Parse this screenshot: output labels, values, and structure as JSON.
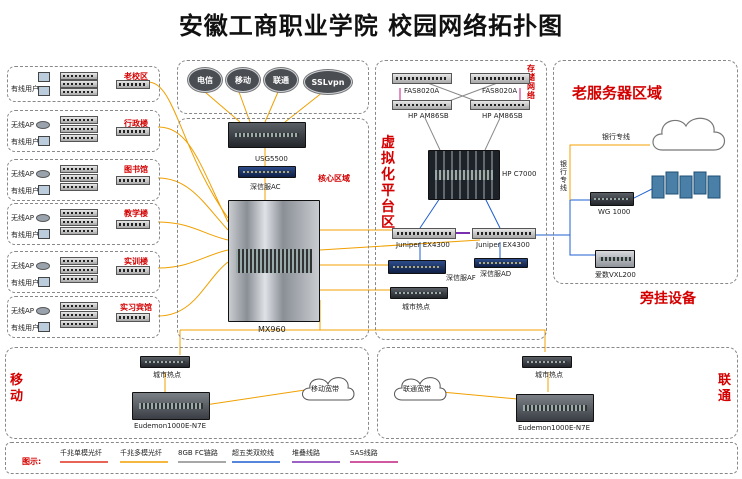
{
  "title": "安徽工商职业学院 校园网络拓扑图",
  "zones": {
    "core": "核心区域",
    "virtual": "虚拟化平台区",
    "storage": "存储网络",
    "old_servers": "老服务器区域",
    "bypass": "旁挂设备",
    "mobile": "移动",
    "unicom": "联通"
  },
  "branches": [
    {
      "name": "老校区",
      "rows": [
        "有线用户"
      ]
    },
    {
      "name": "行政楼",
      "rows": [
        "无线AP",
        "有线用户"
      ]
    },
    {
      "name": "图书馆",
      "rows": [
        "无线AP",
        "有线用户"
      ]
    },
    {
      "name": "教学楼",
      "rows": [
        "无线AP",
        "有线用户"
      ]
    },
    {
      "name": "实训楼",
      "rows": [
        "无线AP",
        "有线用户"
      ]
    },
    {
      "name": "实习宾馆",
      "rows": [
        "无线AP",
        "有线用户"
      ]
    }
  ],
  "isp_clouds": [
    "电信",
    "移动",
    "联通",
    "SSLvpn"
  ],
  "devices": {
    "usg": "USG5500",
    "ac": "深信服AC",
    "mx960": "MX960",
    "fas1": "FAS8020A",
    "fas2": "FAS8020A",
    "hp1": "HP AM86SB",
    "hp2": "HP AM86SB",
    "c7000": "HP C7000",
    "ex1": "Juniper EX4300",
    "ex2": "Juniper EX4300",
    "af": "深信服AF",
    "ad": "深信服AD",
    "city_hotspot": "城市热点",
    "wg": "WG 1000",
    "vxl": "爱数VXL200",
    "bank_line": "银行专线",
    "bank_line_v": "银行专线",
    "mobile_hotspot": "城市热点",
    "unicom_hotspot": "城市热点",
    "eudemon_m": "Eudemon1000E-N7E",
    "eudemon_u": "Eudemon1000E-N7E",
    "mobile_bb": "移动宽带",
    "unicom_bb": "联通宽带"
  },
  "legend": {
    "title": "图示:",
    "items": [
      {
        "label": "千兆单模光纤",
        "color": "#e0301e"
      },
      {
        "label": "千兆多模光纤",
        "color": "#f0a000"
      },
      {
        "label": "8GB FC链路",
        "color": "#8a8a8a"
      },
      {
        "label": "超五类双绞线",
        "color": "#1e5fd0"
      },
      {
        "label": "堆叠线路",
        "color": "#7a2fb0"
      },
      {
        "label": "SAS线路",
        "color": "#c02080"
      }
    ]
  },
  "colors": {
    "zone_title": "#d40000",
    "fiber": "#f0a000",
    "utp": "#1e5fd0",
    "stack": "#7a2fb0",
    "sas": "#c02080"
  }
}
